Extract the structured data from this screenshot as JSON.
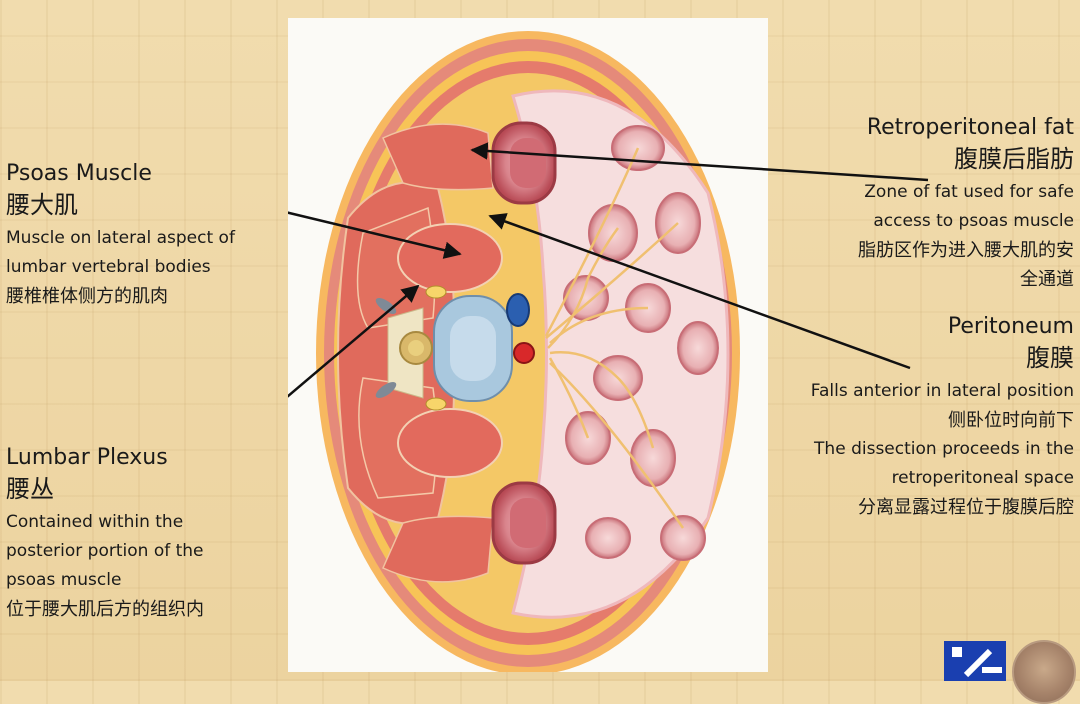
{
  "labels": {
    "psoas": {
      "title_en": "Psoas Muscle",
      "title_zh": "腰大肌",
      "desc_en_1": "Muscle on lateral aspect of",
      "desc_en_2": "lumbar vertebral bodies",
      "desc_zh": "腰椎椎体侧方的肌肉"
    },
    "plexus": {
      "title_en": "Lumbar Plexus",
      "title_zh": "腰丛",
      "desc_en_1": "Contained within the",
      "desc_en_2": "posterior portion of the",
      "desc_en_3": "psoas muscle",
      "desc_zh": "位于腰大肌后方的组织内"
    },
    "retro": {
      "title_en": "Retroperitoneal fat",
      "title_zh": "腹膜后脂肪",
      "desc_en_1": "Zone of fat used for safe",
      "desc_en_2": "access to psoas muscle",
      "desc_zh_1": "脂肪区作为进入腰大肌的安",
      "desc_zh_2": "全通道"
    },
    "peri": {
      "title_en": "Peritoneum",
      "title_zh": "腹膜",
      "desc_en_1": "Falls anterior in lateral position",
      "desc_zh_1": "侧卧位时向前下",
      "desc_en_2": "The dissection proceeds in the",
      "desc_en_3": "retroperitoneal space",
      "desc_zh_2": "分离显露过程位于腹膜后腔"
    }
  },
  "colors": {
    "background": "#efd9a8",
    "muscle": "#e06a5c",
    "fat": "#f6c64a",
    "peritoneum_fill": "#f7dcdc",
    "bowel": "#c95a60",
    "vertebra": "#a9c8de",
    "aorta": "#d8282a",
    "vena_cava": "#2b5fb0",
    "logo": "#1a3fb0"
  }
}
